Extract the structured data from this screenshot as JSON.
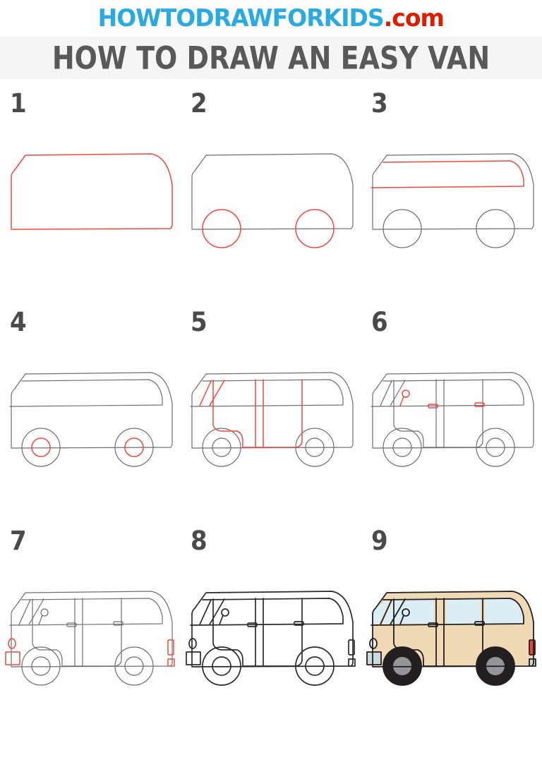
{
  "header": {
    "logo_primary": "HOWTODRAWFORKIDS",
    "logo_suffix": ".com",
    "logo_primary_color": "#29abe2",
    "logo_suffix_color": "#e01b00",
    "title": "HOW TO DRAW AN EASY VAN",
    "title_color": "#59595b",
    "title_band_color": "#f4f5f7"
  },
  "palette": {
    "guide_red": "#f4473f",
    "sketch_gray": "#6d6e71",
    "outline_black": "#231f20",
    "body_tan": "#f0d9b5",
    "window_blue": "#dbeef5",
    "tire_black": "#231f20",
    "hub_gray": "#939598",
    "bumper_gray": "#ccd9dd",
    "taillight_red": "#e8453c",
    "headlight_cream": "#f7efe0"
  },
  "steps": [
    {
      "number": "1",
      "name": "step-1-van-body-outline"
    },
    {
      "number": "2",
      "name": "step-2-wheel-circles"
    },
    {
      "number": "3",
      "name": "step-3-window-band"
    },
    {
      "number": "4",
      "name": "step-4-wheel-hubs"
    },
    {
      "number": "5",
      "name": "step-5-doors-and-pillars"
    },
    {
      "number": "6",
      "name": "step-6-mirror-and-handles"
    },
    {
      "number": "7",
      "name": "step-7-lights-and-bumpers"
    },
    {
      "number": "8",
      "name": "step-8-final-outline"
    },
    {
      "number": "9",
      "name": "step-9-colored-van"
    }
  ]
}
